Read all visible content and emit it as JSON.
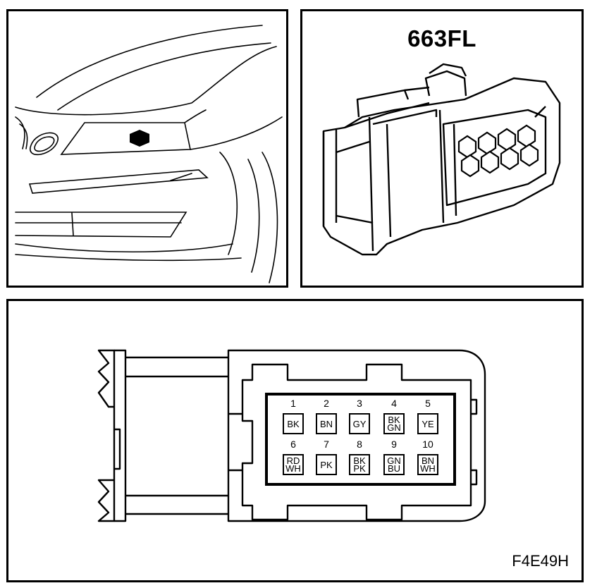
{
  "connector": {
    "id": "663FL",
    "figure_code": "F4E49H"
  },
  "pins": [
    {
      "num": "1",
      "color": "BK"
    },
    {
      "num": "2",
      "color": "BN"
    },
    {
      "num": "3",
      "color": "GY"
    },
    {
      "num": "4",
      "color": "BK\nGN"
    },
    {
      "num": "5",
      "color": "YE"
    },
    {
      "num": "6",
      "color": "RD\nWH"
    },
    {
      "num": "7",
      "color": "PK"
    },
    {
      "num": "8",
      "color": "BK\nPK"
    },
    {
      "num": "9",
      "color": "GN\nBU"
    },
    {
      "num": "10",
      "color": "BN\nWH"
    }
  ]
}
